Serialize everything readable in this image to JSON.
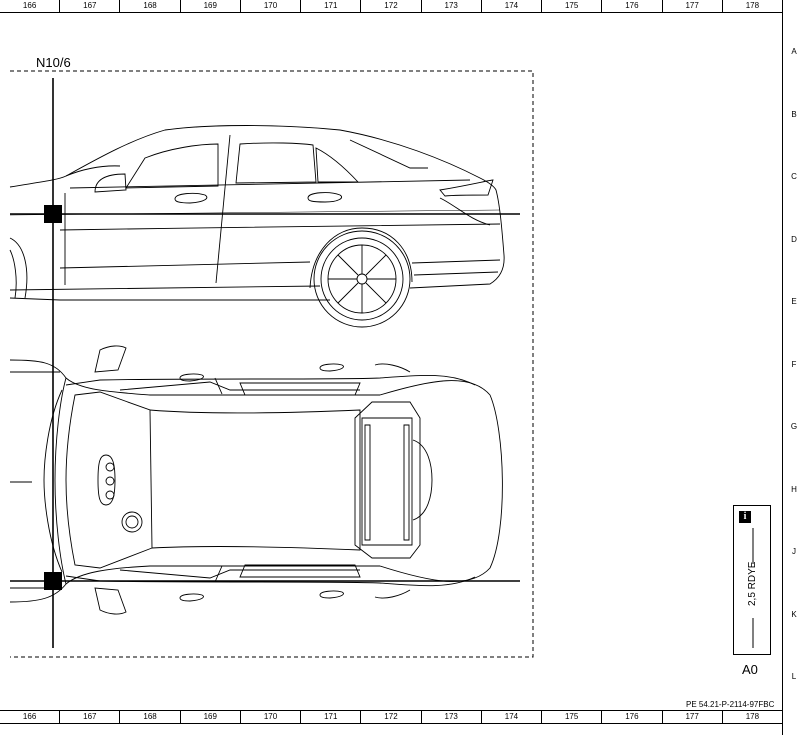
{
  "ruler": {
    "columns": [
      "166",
      "167",
      "168",
      "169",
      "170",
      "171",
      "172",
      "173",
      "174",
      "175",
      "176",
      "177",
      "178"
    ]
  },
  "side_ruler": {
    "rows": [
      "A",
      "B",
      "C",
      "D",
      "E",
      "F",
      "G",
      "H",
      "J",
      "K",
      "L"
    ]
  },
  "component": {
    "label": "N10/6"
  },
  "info_box": {
    "icon": "i",
    "wire": "2,5 RDYE"
  },
  "connector": {
    "label": "A0"
  },
  "doc": {
    "code": "PE 54.21-P-2114-97FBC"
  },
  "colors": {
    "line": "#000000",
    "background": "#ffffff"
  }
}
